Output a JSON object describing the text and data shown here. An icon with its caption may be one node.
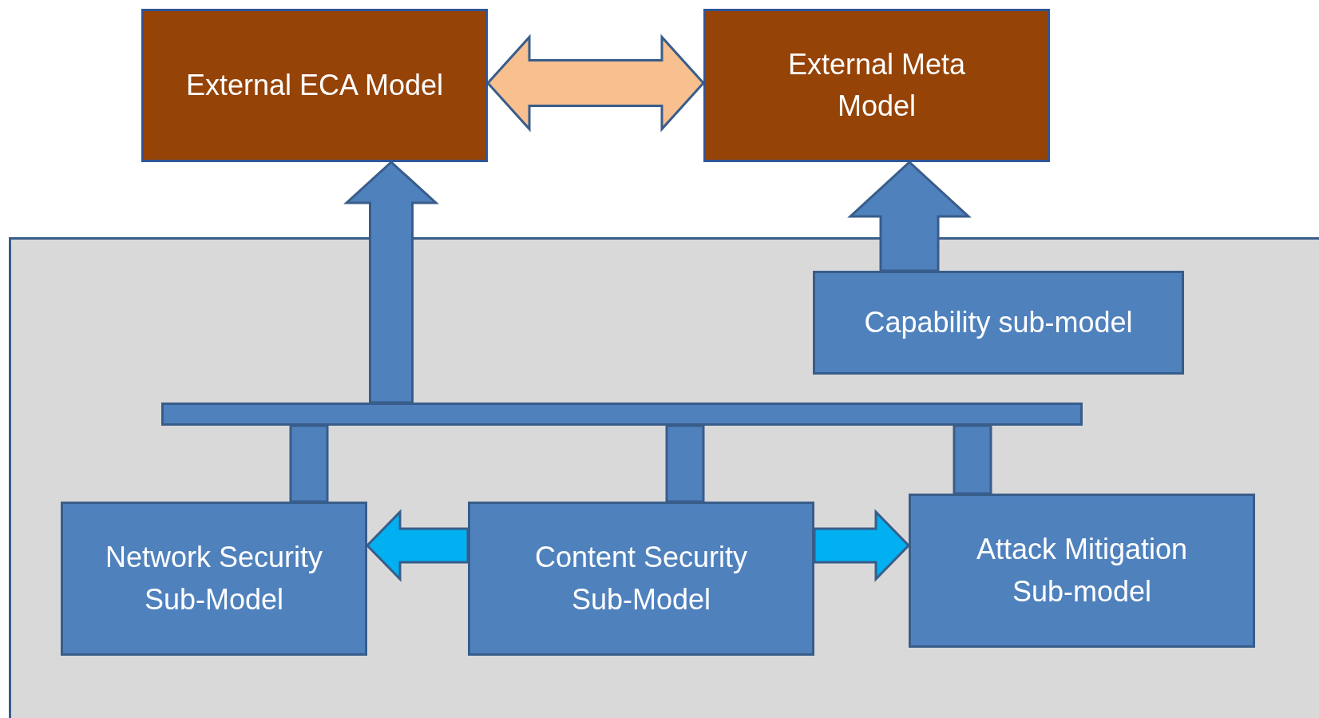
{
  "diagram": {
    "nodes": [
      {
        "text": [
          "External ECA Model"
        ]
      },
      {
        "text": [
          "External Meta Model"
        ]
      },
      {
        "text": [],
        "shape": "box"
      },
      {
        "text": [
          "Capability sub-model"
        ],
        "in": 2
      },
      {
        "text": [],
        "shape": "bar",
        "in": 2
      },
      {
        "text": [
          "Network Security Sub-Model"
        ],
        "in": 2
      },
      {
        "text": [
          "Content Security Sub-Model"
        ],
        "in": 2
      },
      {
        "text": [
          "Attack Mitigation Sub-model"
        ],
        "in": 2
      }
    ],
    "edges": [
      {
        "from": 0,
        "to": 1,
        "arrow": "both",
        "color": "#f8bf8f"
      },
      {
        "from": 4,
        "to": 0,
        "arrow": "to"
      },
      {
        "from": 3,
        "to": 1,
        "arrow": "to"
      },
      {
        "from": 5,
        "to": 4,
        "arrow": "none"
      },
      {
        "from": 6,
        "to": 4,
        "arrow": "none"
      },
      {
        "from": 7,
        "to": 4,
        "arrow": "none"
      },
      {
        "from": 6,
        "to": 5,
        "arrow": "to",
        "color": "#00b0f0"
      },
      {
        "from": 6,
        "to": 7,
        "arrow": "to",
        "color": "#00b0f0"
      }
    ]
  }
}
